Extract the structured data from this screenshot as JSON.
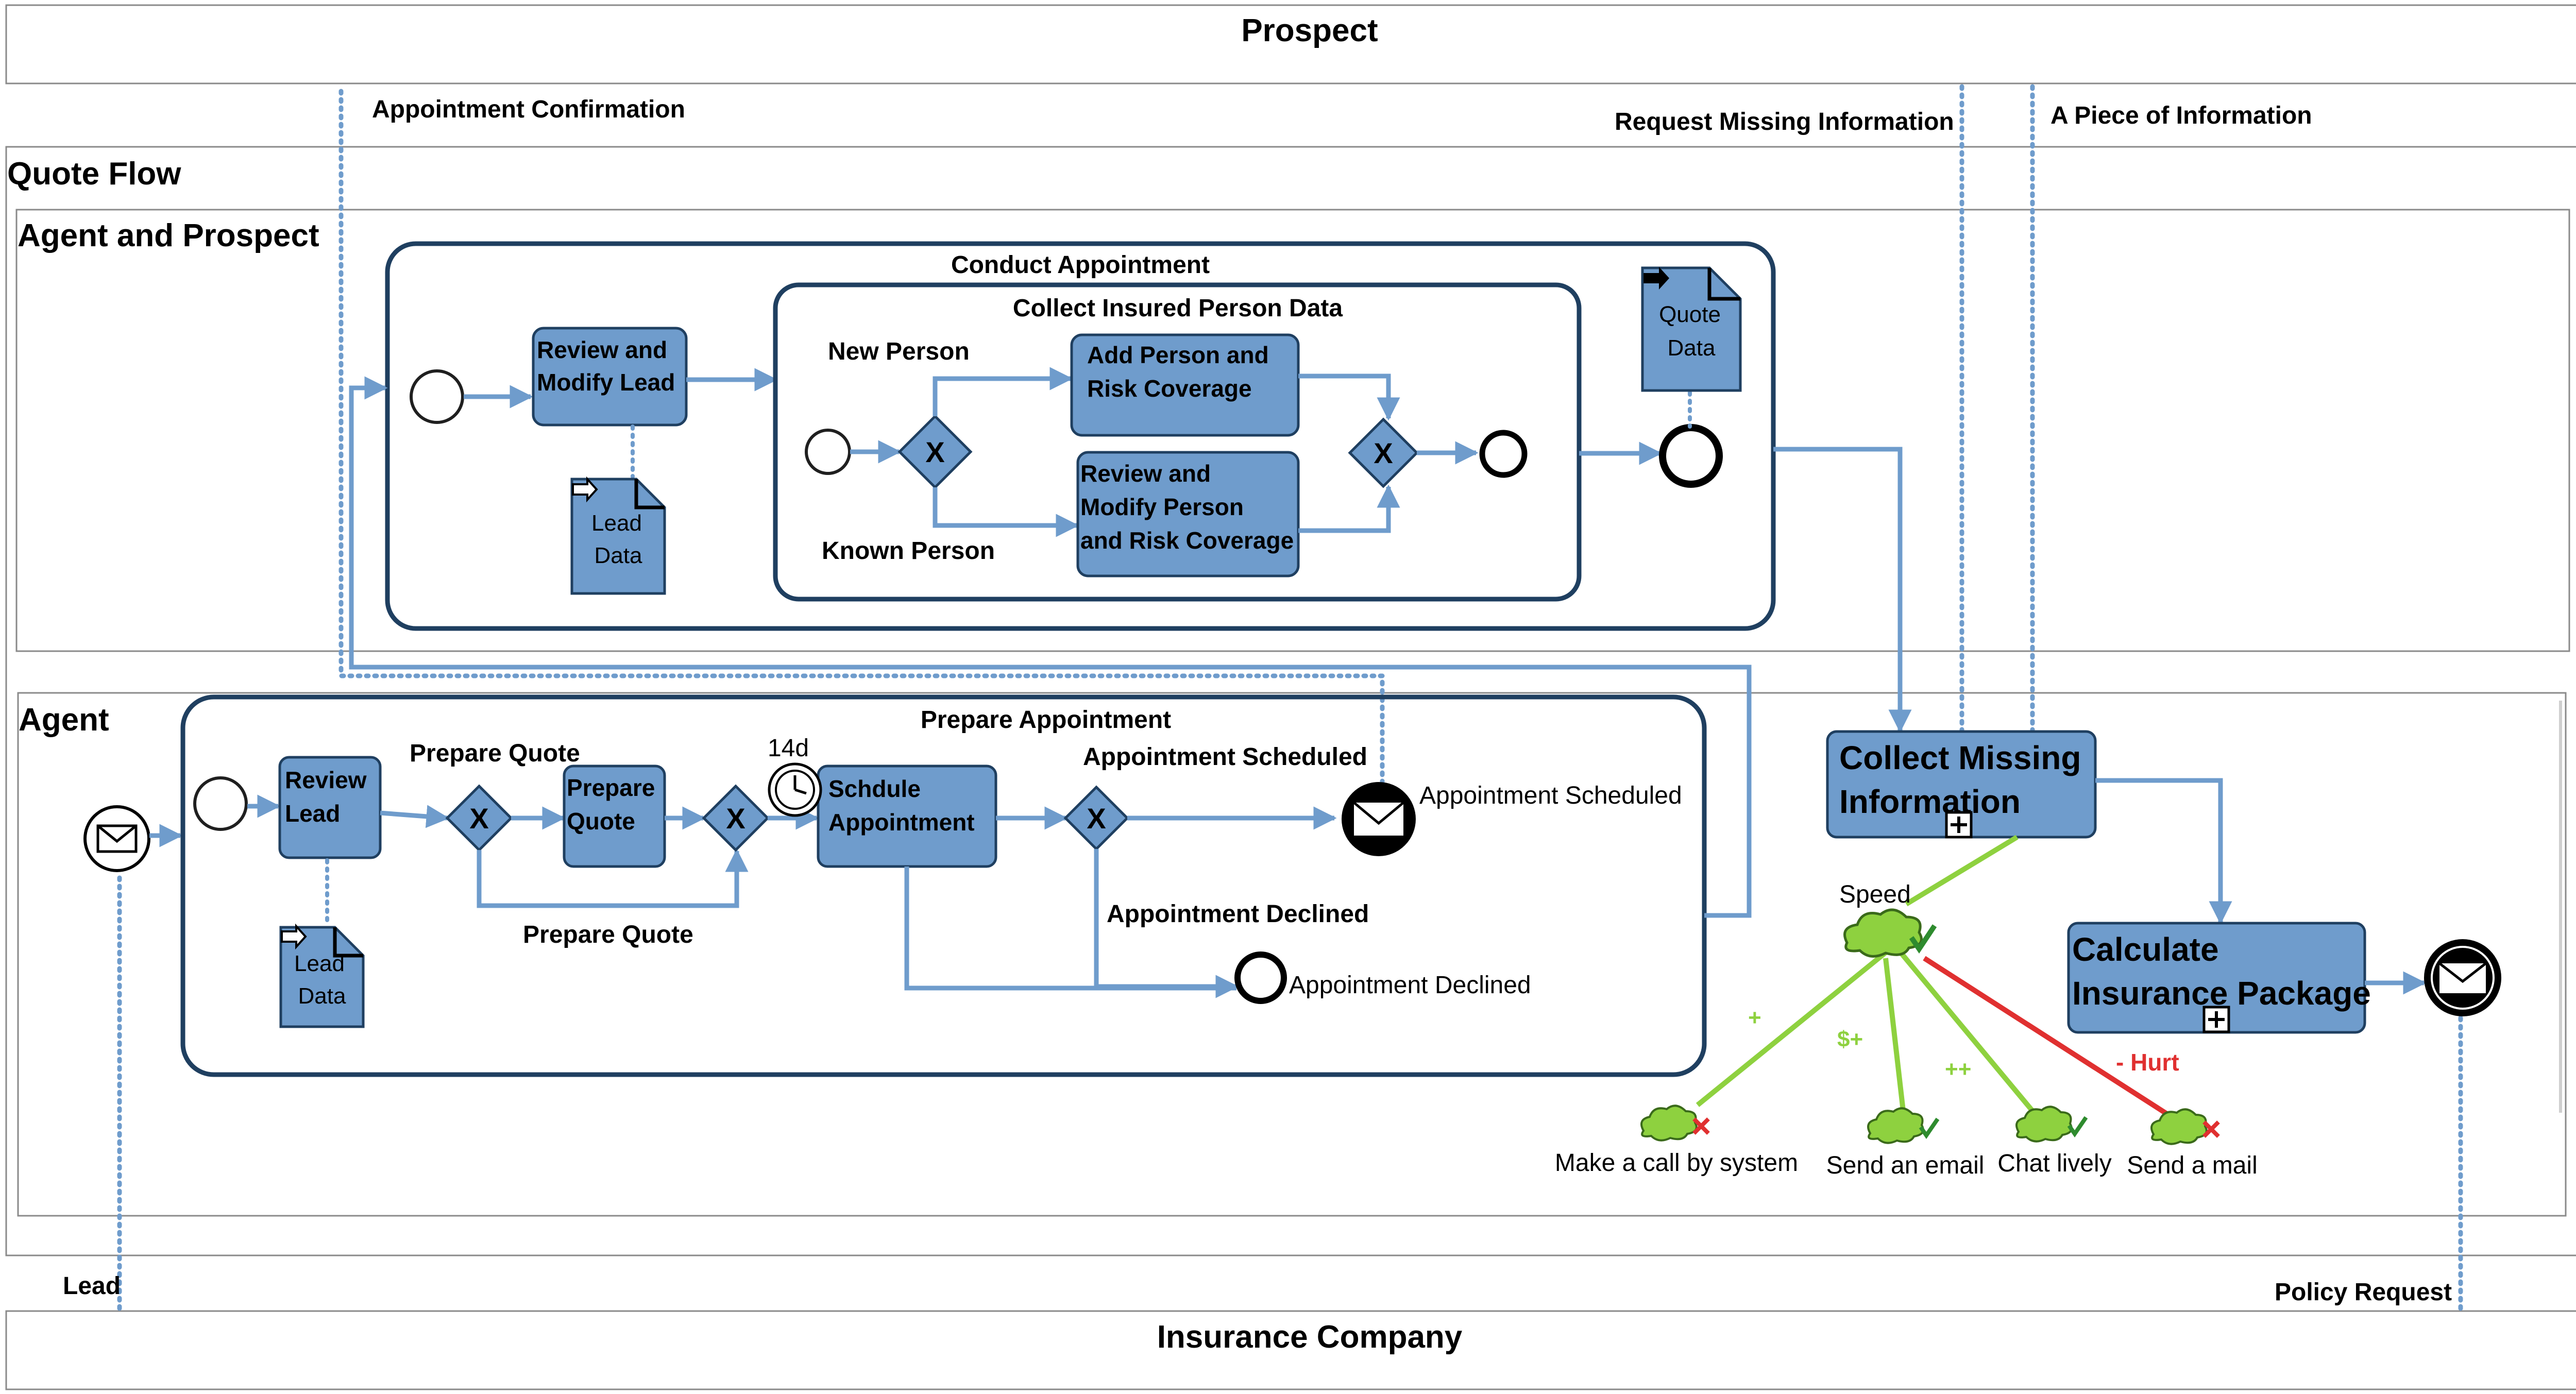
{
  "pools": {
    "prospect": "Prospect",
    "quote_flow": "Quote Flow",
    "insurance_company": "Insurance Company"
  },
  "lanes": {
    "agent_and_prospect": "Agent and Prospect",
    "agent": "Agent"
  },
  "message_flows": {
    "appointment_confirmation": "Appointment Confirmation",
    "request_missing_information": "Request Missing Information",
    "piece_of_information": "A Piece of Information",
    "lead": "Lead",
    "policy_request": "Policy Request"
  },
  "conduct_appointment": {
    "title": "Conduct Appointment",
    "review_modify_lead": [
      "Review and",
      "Modify Lead"
    ],
    "lead_data": [
      "Lead",
      "Data"
    ],
    "collect_insured": {
      "title": "Collect Insured Person Data",
      "new_person": "New Person",
      "known_person": "Known Person",
      "add_person": [
        "Add Person and",
        "Risk Coverage"
      ],
      "review_person": [
        "Review and",
        "Modify Person",
        "and Risk Coverage"
      ]
    },
    "quote_data": [
      "Quote",
      "Data"
    ]
  },
  "prepare_appointment": {
    "title": "Prepare Appointment",
    "review_lead": [
      "Review",
      "Lead"
    ],
    "lead_data": [
      "Lead",
      "Data"
    ],
    "prepare_quote_top": "Prepare Quote",
    "prepare_quote_task": [
      "Prepare",
      "Quote"
    ],
    "prepare_quote_bottom": "Prepare Quote",
    "timer": "14d",
    "schedule": [
      "Schdule",
      "Appointment"
    ],
    "appt_scheduled_flow": "Appointment Scheduled",
    "appt_scheduled_event": "Appointment Scheduled",
    "appt_declined_flow": "Appointment Declined",
    "appt_declined_event": "Appointment Declined"
  },
  "collect_missing": [
    "Collect Missing",
    "Information"
  ],
  "calculate_package": [
    "Calculate",
    "Insurance Package"
  ],
  "softgoals": {
    "speed": "Speed",
    "plus": "+",
    "dollar_plus": "$+",
    "plus_plus": "++",
    "hurt": "- Hurt",
    "call": "Make a call by system",
    "email": "Send an email",
    "chat": "Chat lively",
    "mail": "Send a mail"
  },
  "colors": {
    "task_fill": "#6f9ccc",
    "flow": "#6f9ccc",
    "border": "#1f3f60",
    "contribution_positive": "#8ed13f",
    "contribution_negative": "#e03030",
    "cloud": "#8ed13f"
  },
  "icons": [
    "envelope-icon",
    "timer-icon",
    "gateway-x-icon",
    "cloud-goal-icon",
    "check-icon",
    "cross-icon",
    "subprocess-plus-icon",
    "document-icon"
  ]
}
